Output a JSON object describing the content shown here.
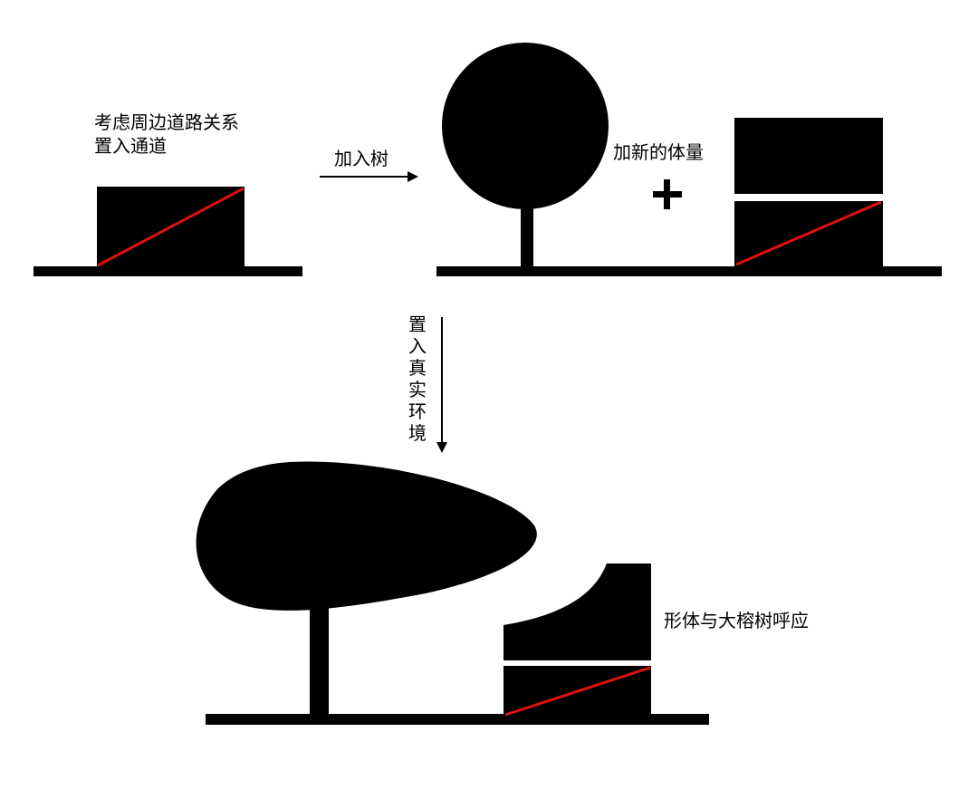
{
  "labels": {
    "step1_line1": "考虑周边道路关系",
    "step1_line2": "置入通道",
    "add_tree": "加入树",
    "add_volume": "加新的体量",
    "place_real_environment": "置入真实环境",
    "respond_to_banyan": "形体与大榕树呼应"
  },
  "symbols": {
    "plus": "plus-sign-icon",
    "arrow_right": "arrow-right-icon",
    "arrow_down": "arrow-down-icon"
  },
  "colors": {
    "shape_fill": "#000000",
    "passage_line": "#e01010",
    "background": "#ffffff",
    "separator": "#ffffff"
  }
}
